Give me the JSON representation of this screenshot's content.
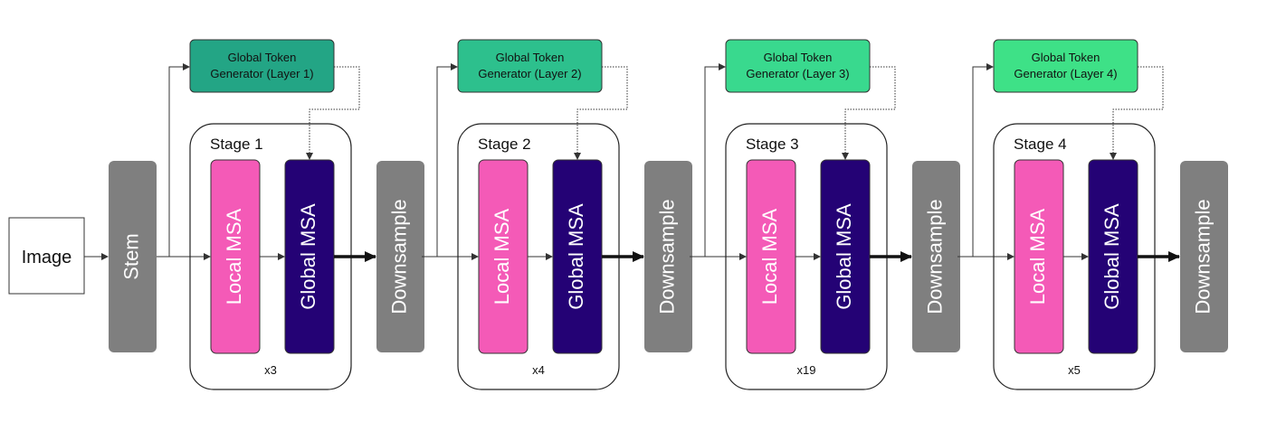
{
  "input": {
    "label": "Image"
  },
  "stem": {
    "label": "Stem"
  },
  "colors": {
    "local_msa": "#f45ab7",
    "global_msa": "#240275",
    "gray_block": "#7f7f7f",
    "generator_fills": [
      "#23a585",
      "#2dc08d",
      "#39d98e",
      "#3ee187"
    ]
  },
  "stages": [
    {
      "title": "Stage 1",
      "local_label": "Local MSA",
      "global_label": "Global MSA",
      "repeat": "x3",
      "generator_label_line1": "Global Token",
      "generator_label_line2": "Generator (Layer 1)",
      "downsample_label": "Downsample"
    },
    {
      "title": "Stage 2",
      "local_label": "Local MSA",
      "global_label": "Global MSA",
      "repeat": "x4",
      "generator_label_line1": "Global Token",
      "generator_label_line2": "Generator (Layer 2)",
      "downsample_label": "Downsample"
    },
    {
      "title": "Stage 3",
      "local_label": "Local MSA",
      "global_label": "Global MSA",
      "repeat": "x19",
      "generator_label_line1": "Global Token",
      "generator_label_line2": "Generator (Layer 3)",
      "downsample_label": "Downsample"
    },
    {
      "title": "Stage 4",
      "local_label": "Local MSA",
      "global_label": "Global MSA",
      "repeat": "x5",
      "generator_label_line1": "Global Token",
      "generator_label_line2": "Generator (Layer 4)",
      "downsample_label": "Downsample"
    }
  ]
}
